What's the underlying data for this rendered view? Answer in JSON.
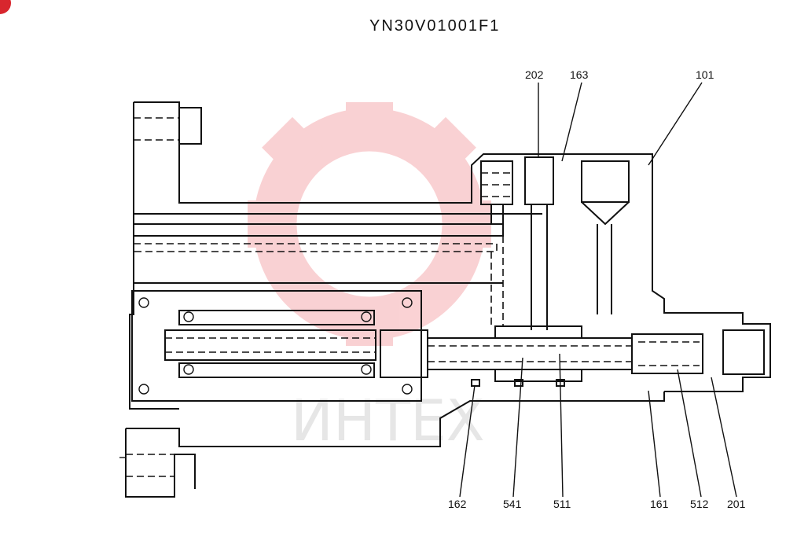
{
  "drawing": {
    "title": "YN30V01001F1",
    "watermark": "ИНТЕХ",
    "part_labels": [
      "202",
      "163",
      "101",
      "162",
      "541",
      "511",
      "161",
      "512",
      "201"
    ]
  },
  "colors": {
    "line": "#111111",
    "watermark": "#e8333a"
  }
}
